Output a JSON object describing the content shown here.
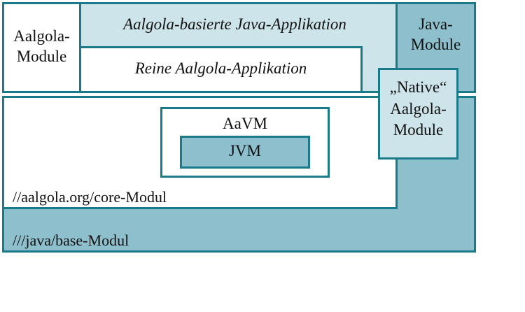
{
  "colors": {
    "border": "#1a7a8a",
    "light_fill": "#cde4ea",
    "mid_fill": "#8ebfcd",
    "white": "#ffffff"
  },
  "diagram": {
    "aalgola_modules": {
      "line1": "Aalgola-",
      "line2": "Module"
    },
    "aalgola_java_app": "Aalgola-basierte Java-Applikation",
    "pure_aalgola_app": "Reine Aalgola-Applikation",
    "java_modules": {
      "line1": "Java-",
      "line2": "Module"
    },
    "native_modules": {
      "line1": "„Native“",
      "line2": "Aalgola-",
      "line3": "Module"
    },
    "aavm": "AaVM",
    "jvm": "JVM",
    "core_module": "//aalgola.org/core-Modul",
    "base_module": "///java/base-Modul"
  }
}
